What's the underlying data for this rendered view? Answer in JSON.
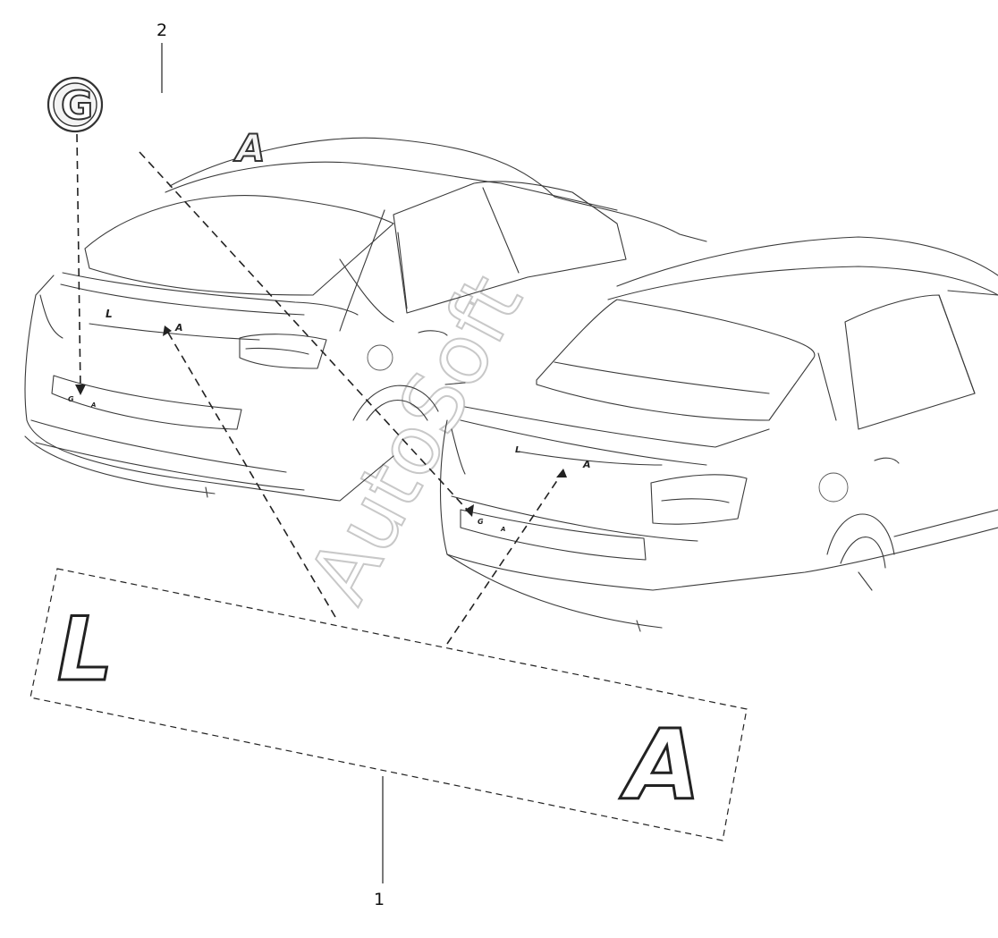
{
  "callouts": {
    "part_1": "1",
    "part_2": "2"
  },
  "watermark": "AutoSoft",
  "emblems": {
    "large_L": "L",
    "large_A": "A",
    "badge_G": "G",
    "badge_A": "A"
  },
  "car_marks": {
    "car1_L": "L",
    "car1_A": "A",
    "car1_g": "G",
    "car1_a": "A",
    "car2_L": "L",
    "car2_A": "A",
    "car2_g": "G",
    "car2_a": "A"
  }
}
